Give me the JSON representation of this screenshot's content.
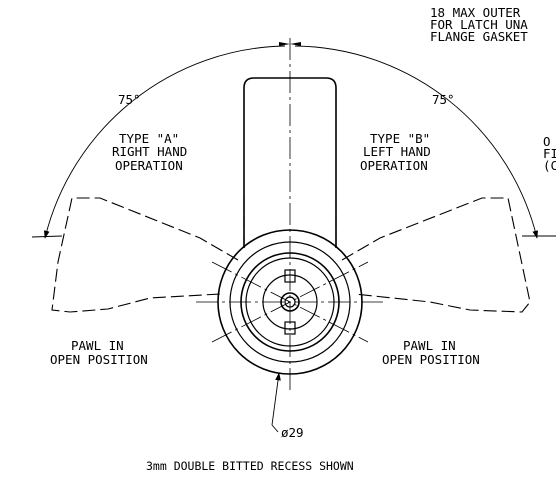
{
  "notes": {
    "top_right_line1": "18 MAX OUTER",
    "top_right_line2": "FOR LATCH UNA",
    "top_right_line3": "FLANGE GASKET",
    "right_line1": "O",
    "right_line2": "FI",
    "right_line3": "(C"
  },
  "angles": {
    "left": "75°",
    "right": "75°"
  },
  "type_a": {
    "line1": "TYPE \"A\"",
    "line2": "RIGHT HAND",
    "line3": "OPERATION"
  },
  "type_b": {
    "line1": "TYPE \"B\"",
    "line2": "LEFT HAND",
    "line3": "OPERATION"
  },
  "pawl_left": {
    "line1": "PAWL IN",
    "line2": "OPEN POSITION"
  },
  "pawl_right": {
    "line1": "PAWL IN",
    "line2": "OPEN POSITION"
  },
  "diameter": "ø29",
  "caption": "3mm DOUBLE BITTED RECESS SHOWN"
}
